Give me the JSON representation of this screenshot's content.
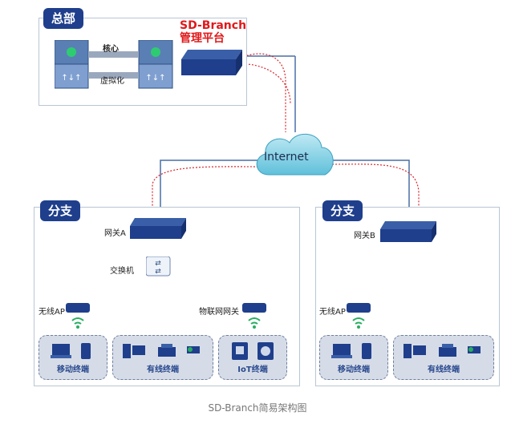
{
  "hq": {
    "tag": "总部",
    "core": "核心",
    "virtualization": "虚拟化",
    "platform_line1": "SD-Branch",
    "platform_line2": "管理平台"
  },
  "internet": "Internet",
  "branch_a": {
    "tag": "分支",
    "gateway": "网关A",
    "switch": "交换机",
    "ap": "无线AP",
    "iot_gateway": "物联网网关",
    "groups": [
      "移动终端",
      "有线终端",
      "IoT终端"
    ]
  },
  "branch_b": {
    "tag": "分支",
    "gateway": "网关B",
    "ap": "无线AP",
    "groups": [
      "移动终端",
      "有线终端"
    ]
  },
  "caption": "SD-Branch简易架构图",
  "colors": {
    "brand_red": "#e0191b",
    "navy": "#1f3f8c",
    "link": "#4a6fa5",
    "trace": "#d9262d"
  }
}
